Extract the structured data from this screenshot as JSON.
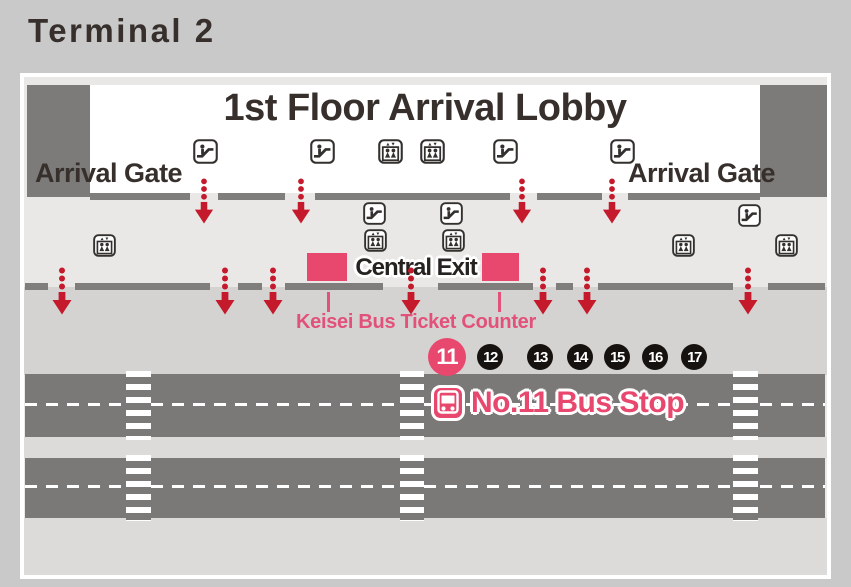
{
  "page_title": "Terminal 2",
  "terminal_map": {
    "lobby_title": "1st Floor Arrival Lobby",
    "arrival_gate_left": "Arrival Gate",
    "arrival_gate_right": "Arrival Gate",
    "central_exit_label": "Central Exit",
    "keisei_counter_label": "Keisei Bus Ticket Counter",
    "no11_bus_stop_label": "No.11 Bus Stop",
    "bus_stops": [
      {
        "number": "11",
        "highlighted": true
      },
      {
        "number": "12",
        "highlighted": false
      },
      {
        "number": "13",
        "highlighted": false
      },
      {
        "number": "14",
        "highlighted": false
      },
      {
        "number": "15",
        "highlighted": false
      },
      {
        "number": "16",
        "highlighted": false
      },
      {
        "number": "17",
        "highlighted": false
      }
    ],
    "icon_names": [
      "escalator-icon",
      "elevator-icon",
      "down-arrow-icon",
      "bus-icon"
    ],
    "colors": {
      "accent_pink": "#E8486E",
      "label_pink": "#E2517A",
      "arrow_red": "#C41A2B",
      "road_gray": "#7A7977",
      "wall_gray": "#7C7B79",
      "text_dark": "#362F2C"
    }
  }
}
